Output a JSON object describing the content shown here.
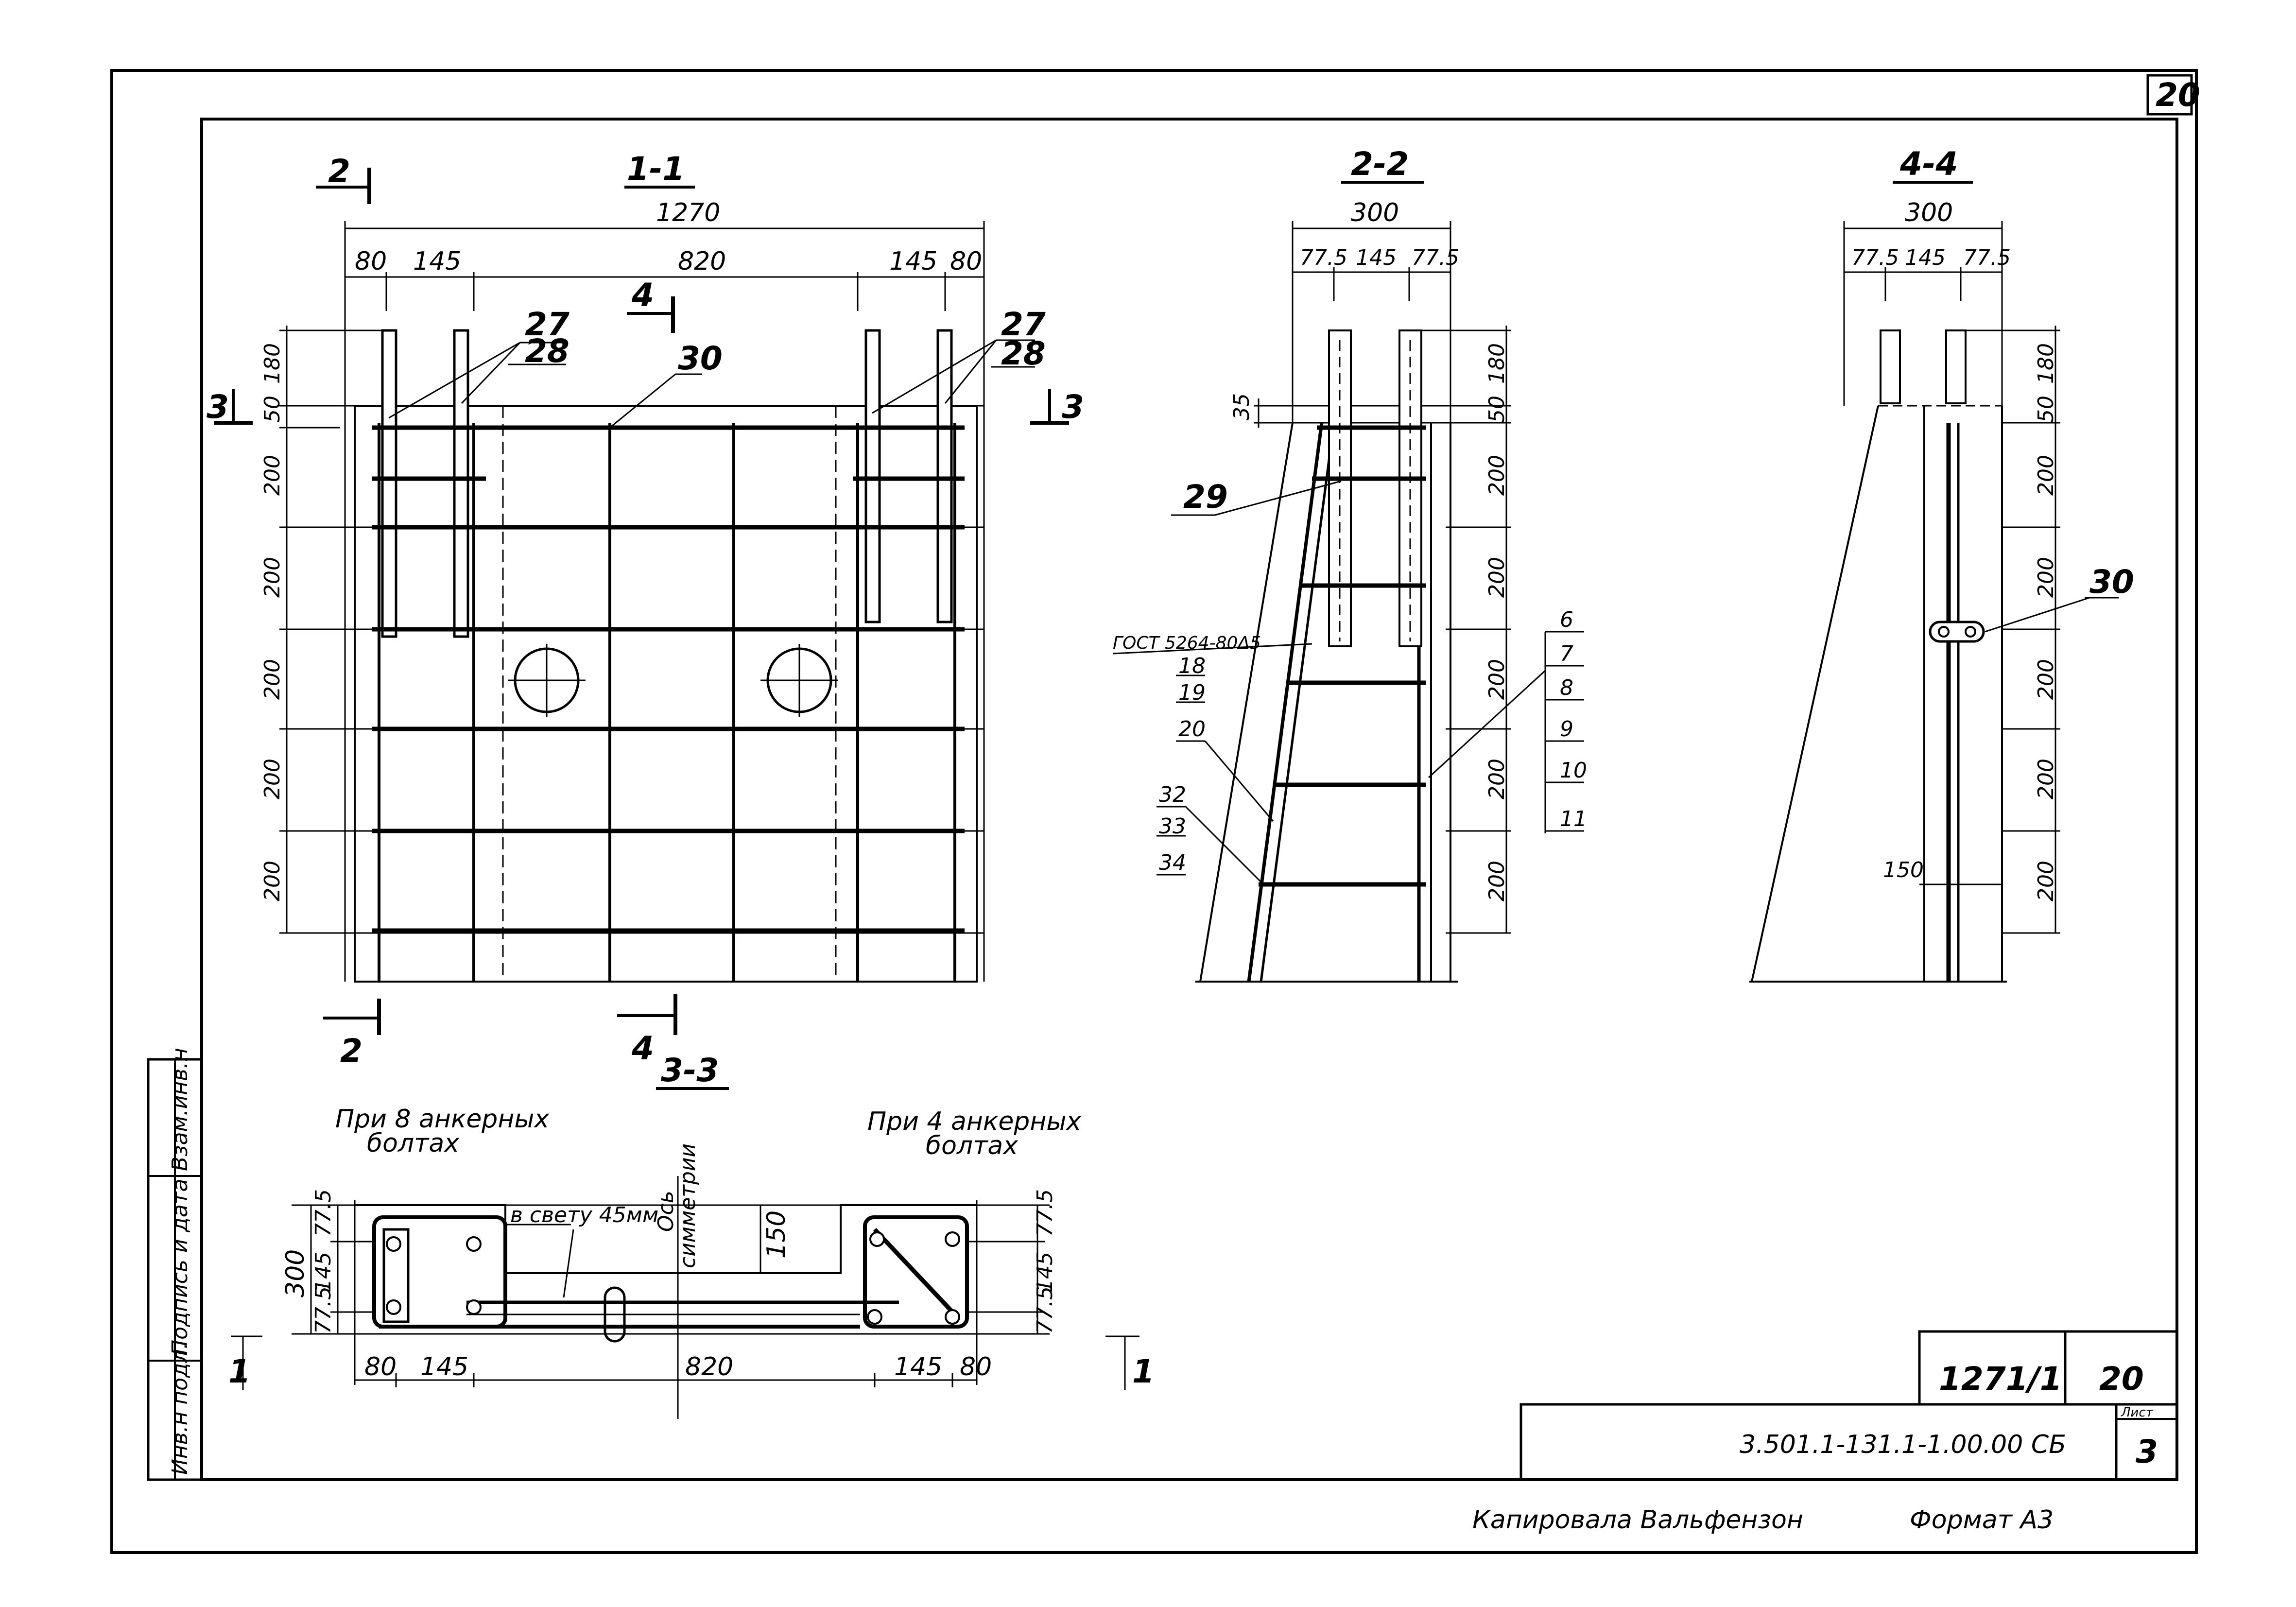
{
  "sheet_number_top": "20",
  "title_block": {
    "number": "1271/1",
    "sheet": "20",
    "code": "3.501.1-131.1-1.00.00 СБ",
    "list_label": "Лист",
    "list_value": "3"
  },
  "side_stamp": [
    "Инв.н подл.",
    "Подпись и дата",
    "Взам.инв.н"
  ],
  "footer": {
    "copied_by": "Капировала Вальфензон",
    "format": "Формат А3"
  },
  "section_1_1": {
    "title": "1-1",
    "cut_marks": [
      "2",
      "2",
      "3",
      "3",
      "4",
      "4"
    ],
    "dims_top": [
      "1270",
      "80",
      "145",
      "820",
      "145",
      "80"
    ],
    "dims_left": [
      "180",
      "50",
      "200",
      "200",
      "200",
      "200",
      "200"
    ],
    "position_labels": [
      "27",
      "28",
      "27",
      "28",
      "30"
    ]
  },
  "section_2_2": {
    "title": "2-2",
    "dims_top": [
      "300",
      "77.5",
      "145",
      "77.5"
    ],
    "dims_right": [
      "180",
      "50",
      "200",
      "200",
      "200",
      "200",
      "200"
    ],
    "dim_left": "35",
    "callouts": [
      "29",
      "ГОСТ 5264-80Δ5",
      "18",
      "19",
      "20",
      "32",
      "33",
      "34",
      "6",
      "7",
      "8",
      "9",
      "10",
      "11"
    ]
  },
  "section_4_4": {
    "title": "4-4",
    "dims_top": [
      "300",
      "77.5",
      "145",
      "77.5"
    ],
    "dims_right": [
      "180",
      "50",
      "200",
      "200",
      "200",
      "200",
      "200"
    ],
    "dim_150": "150",
    "callout": "30"
  },
  "section_3_3": {
    "title": "3-3",
    "note_left_1": "При 8 анкерных",
    "note_left_2": "болтах",
    "note_right_1": "При 4 анкерных",
    "note_right_2": "болтах",
    "clear_gap": "в свету 45мм",
    "axis_1": "Ось",
    "axis_2": "симметрии",
    "dims_bottom": [
      "80",
      "145",
      "820",
      "145",
      "80"
    ],
    "dims_left": [
      "77.5",
      "145",
      "77.5",
      "300"
    ],
    "dims_right": [
      "77.5",
      "145",
      "77.5"
    ],
    "dim_150": "150",
    "cut_marks": [
      "1",
      "1"
    ]
  }
}
